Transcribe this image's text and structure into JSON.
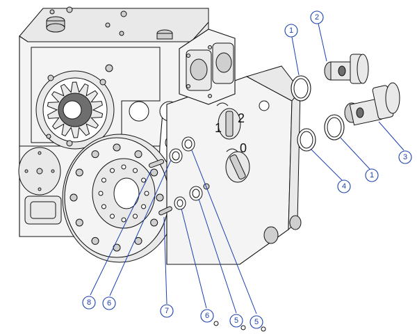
{
  "callouts": [
    {
      "label": "1"
    },
    {
      "label": "2"
    },
    {
      "label": "1"
    },
    {
      "label": "3"
    },
    {
      "label": "4"
    },
    {
      "label": "8"
    },
    {
      "label": "6"
    },
    {
      "label": "7"
    },
    {
      "label": "6"
    },
    {
      "label": "5"
    },
    {
      "label": "5"
    }
  ],
  "dial_labels": {
    "top_left": "1",
    "top_right": "2",
    "bottom": "0"
  },
  "colors": {
    "callout": "#1a3fb0",
    "outline": "#111111"
  }
}
